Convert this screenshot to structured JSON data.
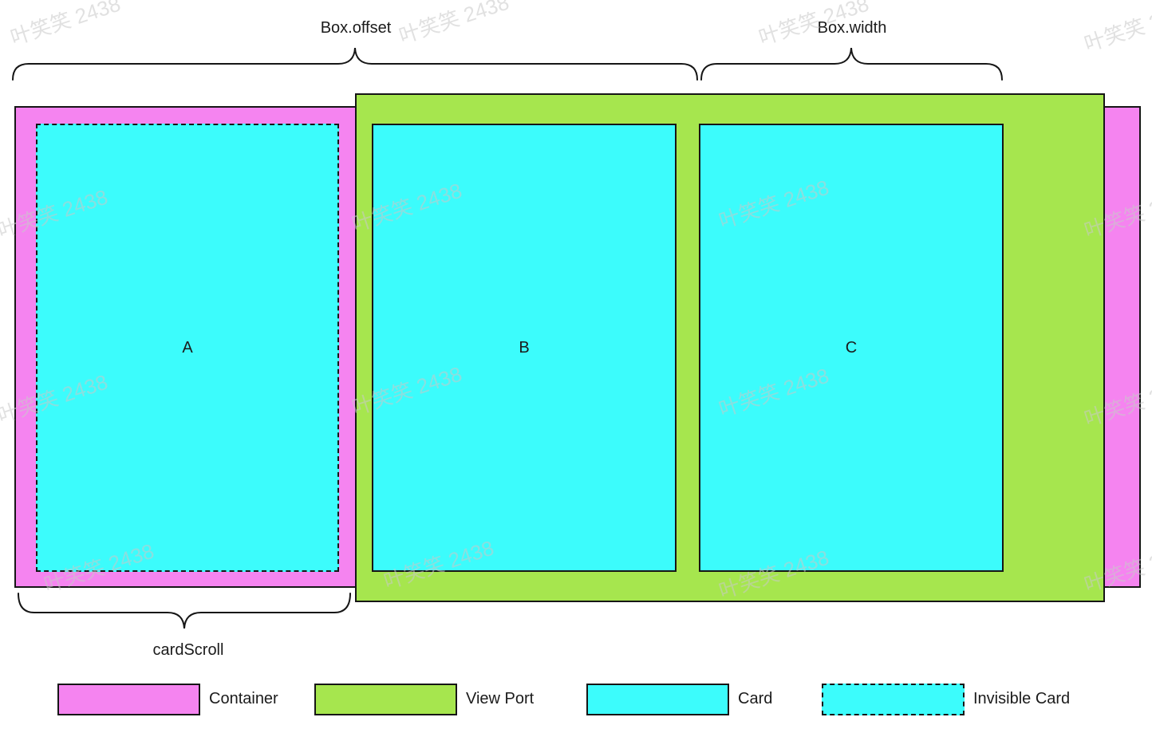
{
  "watermark": {
    "text": "叶笑笑 2438"
  },
  "labels": {
    "box_offset": "Box.offset",
    "box_width": "Box.width",
    "card_scroll": "cardScroll"
  },
  "cards": [
    {
      "label": "A",
      "type": "invisible-card"
    },
    {
      "label": "B",
      "type": "card"
    },
    {
      "label": "C",
      "type": "card"
    }
  ],
  "legend": [
    {
      "label": "Container"
    },
    {
      "label": "View Port"
    },
    {
      "label": "Card"
    },
    {
      "label": "Invisible Card"
    }
  ],
  "colors": {
    "container": "#f584f0",
    "viewport": "#a6e64e",
    "card": "#3cfcfc",
    "stroke": "#161616"
  }
}
